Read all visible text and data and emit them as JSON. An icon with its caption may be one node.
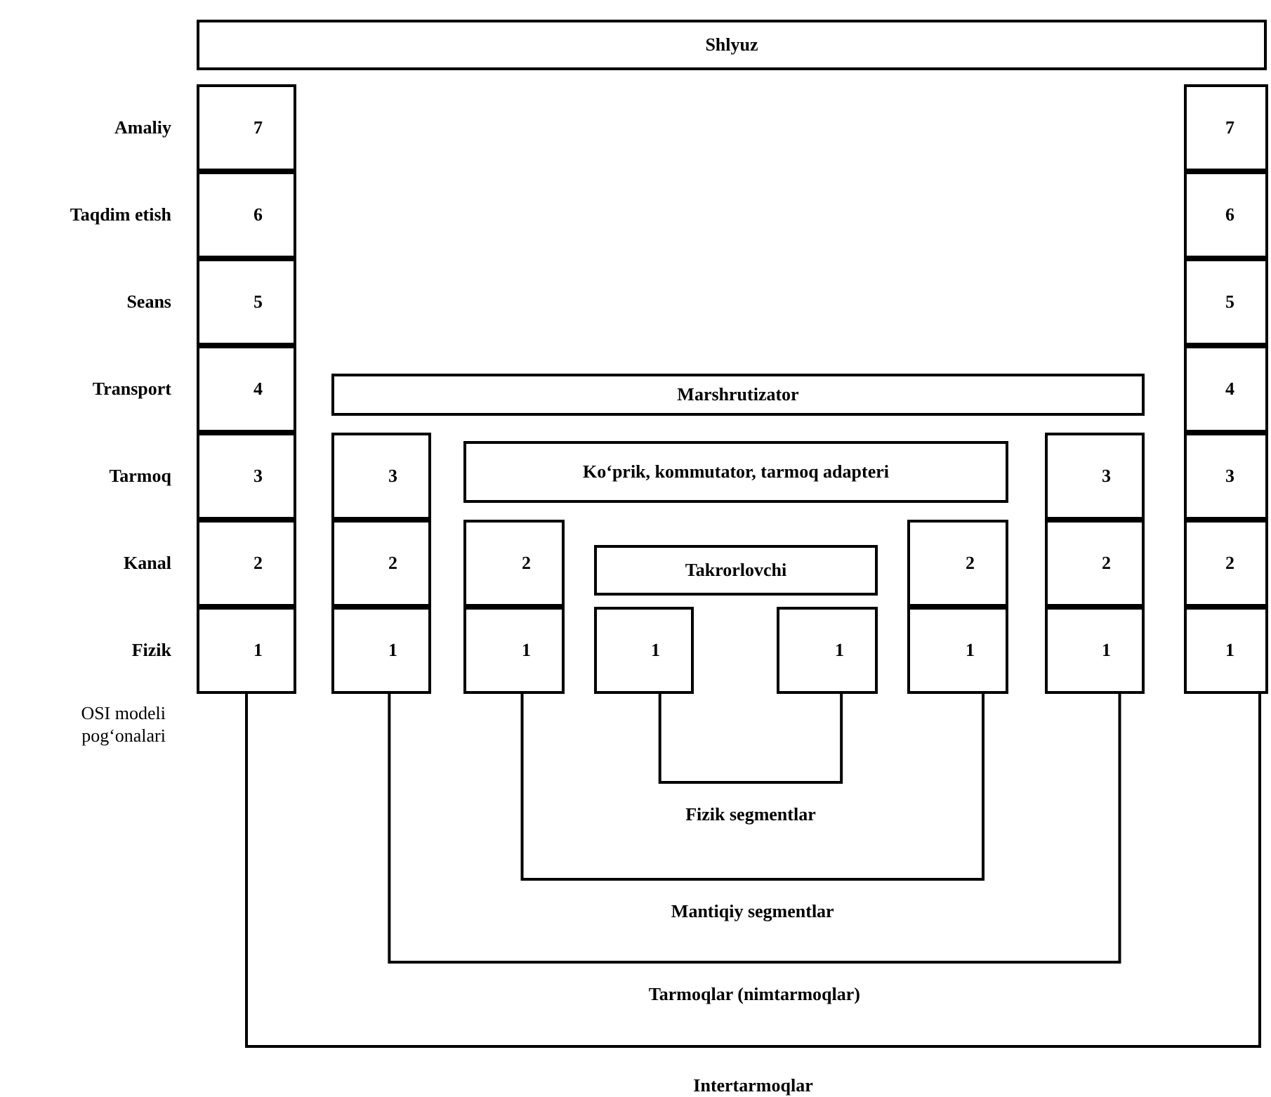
{
  "diagram": {
    "nodes": [
      {
        "text": [
          "Shlyuz"
        ]
      },
      {
        "text": [
          "7"
        ]
      },
      {
        "text": [
          "6"
        ]
      },
      {
        "text": [
          "5"
        ]
      },
      {
        "text": [
          "4"
        ]
      },
      {
        "text": [
          "3"
        ]
      },
      {
        "text": [
          "2"
        ]
      },
      {
        "text": [
          "1"
        ]
      },
      {
        "text": [
          "7"
        ]
      },
      {
        "text": [
          "6"
        ]
      },
      {
        "text": [
          "5"
        ]
      },
      {
        "text": [
          "4"
        ]
      },
      {
        "text": [
          "3"
        ]
      },
      {
        "text": [
          "2"
        ]
      },
      {
        "text": [
          "1"
        ]
      },
      {
        "text": [
          "Marshrutizator"
        ]
      },
      {
        "text": [
          "3"
        ]
      },
      {
        "text": [
          "2"
        ]
      },
      {
        "text": [
          "1"
        ]
      },
      {
        "text": [
          "3"
        ]
      },
      {
        "text": [
          "2"
        ]
      },
      {
        "text": [
          "1"
        ]
      },
      {
        "text": [
          "Ko‘prik, kommutator, tarmoq adapteri"
        ]
      },
      {
        "text": [
          "2"
        ]
      },
      {
        "text": [
          "1"
        ]
      },
      {
        "text": [
          "2"
        ]
      },
      {
        "text": [
          "1"
        ]
      },
      {
        "text": [
          "Takrorlovchi"
        ]
      },
      {
        "text": [
          "1"
        ]
      },
      {
        "text": [
          "1"
        ]
      }
    ],
    "edges": [
      {
        "from": 28,
        "to": 29,
        "arrow": "none",
        "label": "Fizik segmentlar"
      },
      {
        "from": 24,
        "to": 26,
        "arrow": "none",
        "label": "Mantiqiy segmentlar"
      },
      {
        "from": 18,
        "to": 21,
        "arrow": "none",
        "label": "Tarmoqlar (nimtarmoqlar)"
      },
      {
        "from": 7,
        "to": 14,
        "arrow": "none",
        "label": "Intertarmoqlar"
      }
    ],
    "labels": [
      "Amaliy",
      "Taqdim etish",
      "Seans",
      "Transport",
      "Tarmoq",
      "Kanal",
      "Fizik",
      "OSI modeli pog‘onalari"
    ]
  }
}
